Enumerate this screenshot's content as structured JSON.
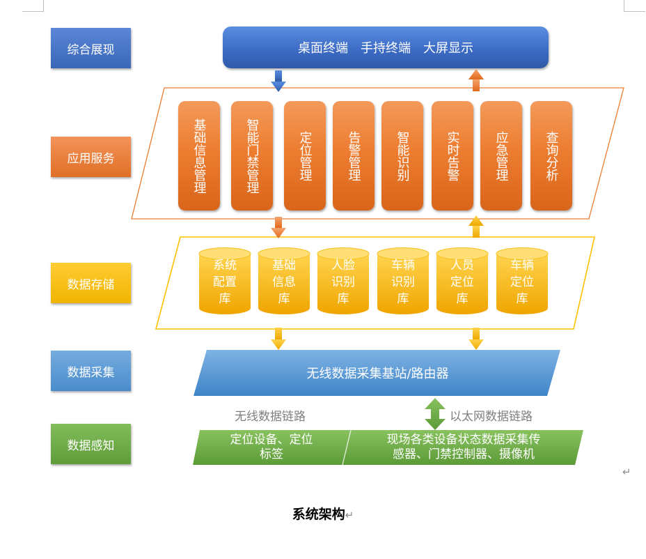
{
  "layers": {
    "presentation": "综合展现",
    "application": "应用服务",
    "storage": "数据存储",
    "collection": "数据采集",
    "perception": "数据感知"
  },
  "presentation_bar": "桌面终端　手持终端　大屏显示",
  "app_modules": [
    "基础信息管理",
    "智能门禁管理",
    "定位管理",
    "告警管理",
    "智能识别",
    "实时告警",
    "应急管理",
    "查询分析"
  ],
  "databases": [
    [
      "系统",
      "配置",
      "库"
    ],
    [
      "基础",
      "信息",
      "库"
    ],
    [
      "人脸",
      "识别",
      "库"
    ],
    [
      "车辆",
      "识别",
      "库"
    ],
    [
      "人员",
      "定位",
      "库"
    ],
    [
      "车辆",
      "定位",
      "库"
    ]
  ],
  "collection_bar": "无线数据采集基站/路由器",
  "links": {
    "wireless": "无线数据链路",
    "ethernet": "以太网数据链路"
  },
  "perception": {
    "left": [
      "定位设备、定位",
      "标签"
    ],
    "right": [
      "现场各类设备状态数据采集传",
      "感器、门禁控制器、摄像机"
    ]
  },
  "caption": "系统架构",
  "colors": {
    "presentation": "#4472c4",
    "application": "#ed7d31",
    "storage": "#ffc000",
    "collection": "#5b9bd5",
    "perception": "#70ad47"
  }
}
